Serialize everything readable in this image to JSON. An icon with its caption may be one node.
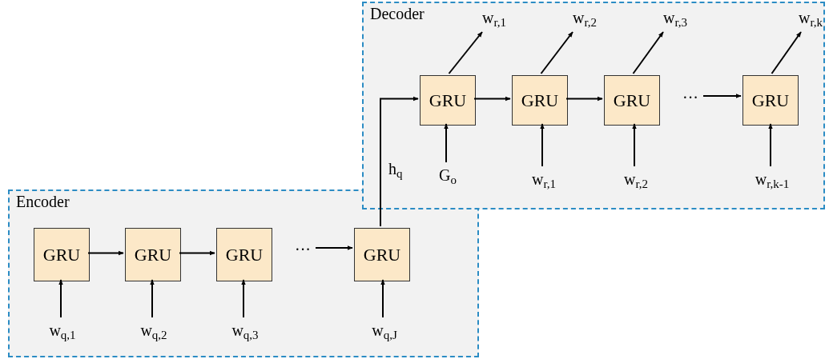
{
  "diagram": {
    "nodes": [
      {
        "text": [
          "Decoder"
        ]
      },
      {
        "text": [
          "w$_{r,1}$"
        ],
        "in": 0
      },
      {
        "text": [
          "w$_{r,2}$"
        ],
        "in": 0
      },
      {
        "text": [
          "w$_{r,3}$"
        ],
        "in": 0
      },
      {
        "text": [
          "w$_{r,k}$"
        ],
        "in": 0
      },
      {
        "text": [
          "GRU"
        ],
        "in": 0
      },
      {
        "text": [
          "GRU"
        ],
        "in": 0
      },
      {
        "text": [
          "GRU"
        ],
        "in": 0
      },
      {
        "text": [
          "···"
        ],
        "in": 0
      },
      {
        "text": [
          "GRU"
        ],
        "in": 0
      },
      {
        "text": [
          "G$_{o}$"
        ],
        "in": 0
      },
      {
        "text": [
          "w$_{r,1}$"
        ],
        "in": 0
      },
      {
        "text": [
          "w$_{r,2}$"
        ],
        "in": 0
      },
      {
        "text": [
          "w$_{r,k-1}$"
        ],
        "in": 0
      },
      {
        "text": [
          "Encoder"
        ]
      },
      {
        "text": [
          "GRU"
        ],
        "in": 14
      },
      {
        "text": [
          "GRU"
        ],
        "in": 14
      },
      {
        "text": [
          "GRU"
        ],
        "in": 14
      },
      {
        "text": [
          "···"
        ],
        "in": 14
      },
      {
        "text": [
          "GRU"
        ],
        "in": 14
      },
      {
        "text": [
          "w$_{q,1}$"
        ],
        "in": 14
      },
      {
        "text": [
          "w$_{q,2}$"
        ],
        "in": 14
      },
      {
        "text": [
          "w$_{q,3}$"
        ],
        "in": 14
      },
      {
        "text": [
          "w$_{q,J}$"
        ],
        "in": 14
      }
    ],
    "edges": [
      {
        "from": 5,
        "to": 1,
        "arrow": "to"
      },
      {
        "from": 6,
        "to": 2,
        "arrow": "to"
      },
      {
        "from": 7,
        "to": 3,
        "arrow": "to"
      },
      {
        "from": 9,
        "to": 4,
        "arrow": "to"
      },
      {
        "from": 5,
        "to": 6,
        "arrow": "to"
      },
      {
        "from": 6,
        "to": 7,
        "arrow": "to"
      },
      {
        "from": 8,
        "to": 9,
        "arrow": "to"
      },
      {
        "from": 10,
        "to": 5,
        "arrow": "to"
      },
      {
        "from": 11,
        "to": 6,
        "arrow": "to"
      },
      {
        "from": 12,
        "to": 7,
        "arrow": "to"
      },
      {
        "from": 13,
        "to": 9,
        "arrow": "to"
      },
      {
        "from": 15,
        "to": 16,
        "arrow": "to"
      },
      {
        "from": 16,
        "to": 17,
        "arrow": "to"
      },
      {
        "from": 18,
        "to": 19,
        "arrow": "to"
      },
      {
        "from": 20,
        "to": 15,
        "arrow": "to"
      },
      {
        "from": 21,
        "to": 16,
        "arrow": "to"
      },
      {
        "from": 22,
        "to": 17,
        "arrow": "to"
      },
      {
        "from": 23,
        "to": 19,
        "arrow": "to"
      },
      {
        "from": 19,
        "to": 5,
        "arrow": "to",
        "label": "h$_{q}$"
      }
    ]
  }
}
